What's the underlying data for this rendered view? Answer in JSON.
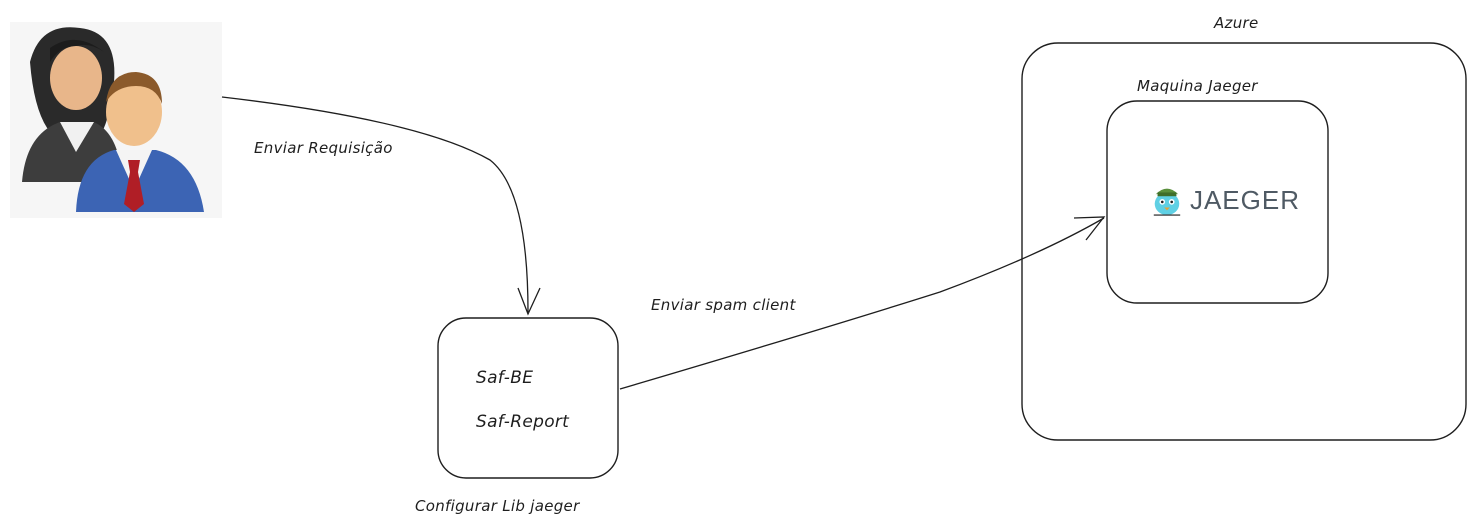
{
  "edges": {
    "request_label": "Enviar Requisição",
    "span_label": "Enviar spam client"
  },
  "service_box": {
    "line1": "Saf-BE",
    "line2": "Saf-Report",
    "caption": "Configurar Lib jaeger"
  },
  "azure": {
    "label": "Azure",
    "machine_label": "Maquina Jaeger",
    "logo_text": "JAEGER"
  },
  "icons": {
    "users": "users-icon",
    "jaeger": "jaeger-mascot-icon"
  }
}
